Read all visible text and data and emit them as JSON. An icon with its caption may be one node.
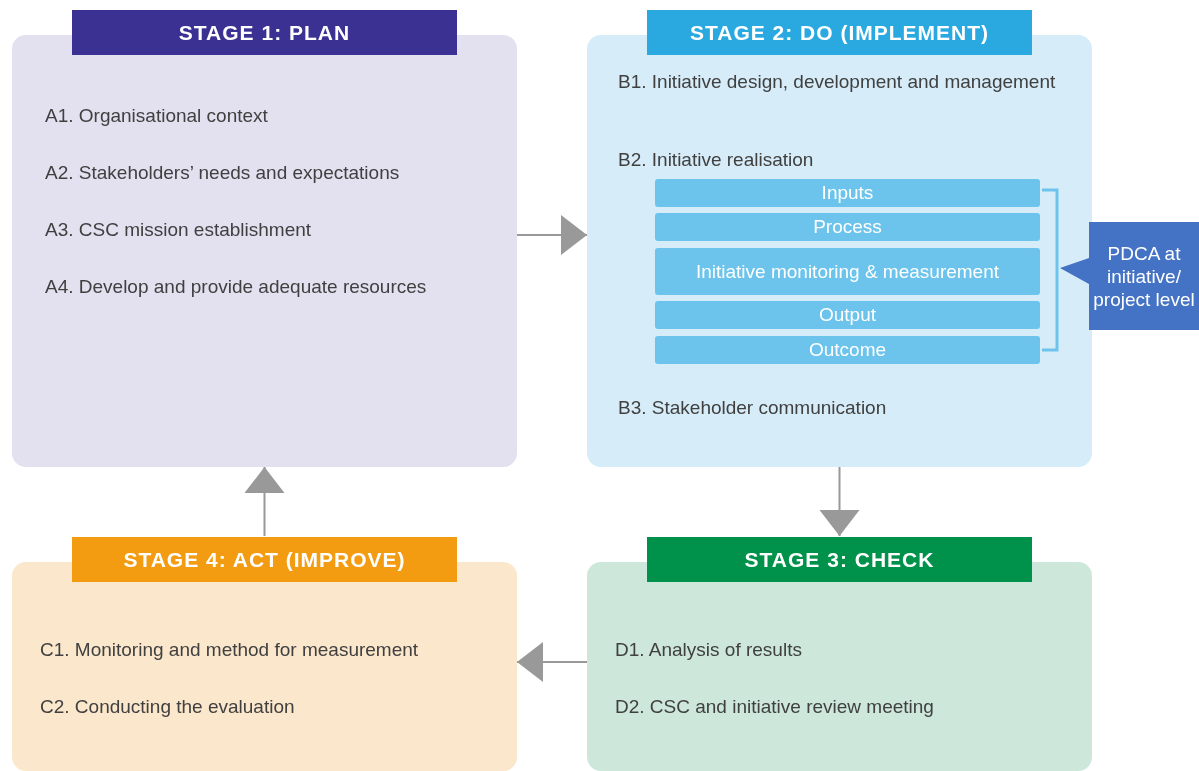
{
  "diagram": {
    "nodes": [
      {
        "text": [
          "STAGE 1: PLAN",
          "A1. Organisational context",
          "A2. Stakeholders’ needs and expectations",
          "A3. CSC mission establishment",
          "A4. Develop and provide adequate resources"
        ]
      },
      {
        "text": [
          "STAGE 2: DO (IMPLEMENT)",
          "B1. Initiative design, development and management",
          "B2. Initiative realisation",
          "B3. Stakeholder communication"
        ]
      },
      {
        "text": [
          "Inputs"
        ],
        "in": 1
      },
      {
        "text": [
          "Process"
        ],
        "in": 1
      },
      {
        "text": [
          "Initiative monitoring & measurement"
        ],
        "in": 1
      },
      {
        "text": [
          "Output"
        ],
        "in": 1
      },
      {
        "text": [
          "Outcome"
        ],
        "in": 1
      },
      {
        "text": [
          "PDCA at initiative/ project level"
        ]
      },
      {
        "text": [
          "STAGE 3: CHECK",
          "D1. Analysis of results",
          "D2. CSC and initiative review meeting"
        ]
      },
      {
        "text": [
          "STAGE 4: ACT (IMPROVE)",
          "C1. Monitoring and method for measurement",
          "C2. Conducting the evaluation"
        ]
      }
    ],
    "edges": [
      {
        "from": 0,
        "to": 1,
        "arrow": "to"
      },
      {
        "from": 1,
        "to": 8,
        "arrow": "to"
      },
      {
        "from": 8,
        "to": 9,
        "arrow": "to"
      },
      {
        "from": 9,
        "to": 0,
        "arrow": "to"
      }
    ]
  }
}
